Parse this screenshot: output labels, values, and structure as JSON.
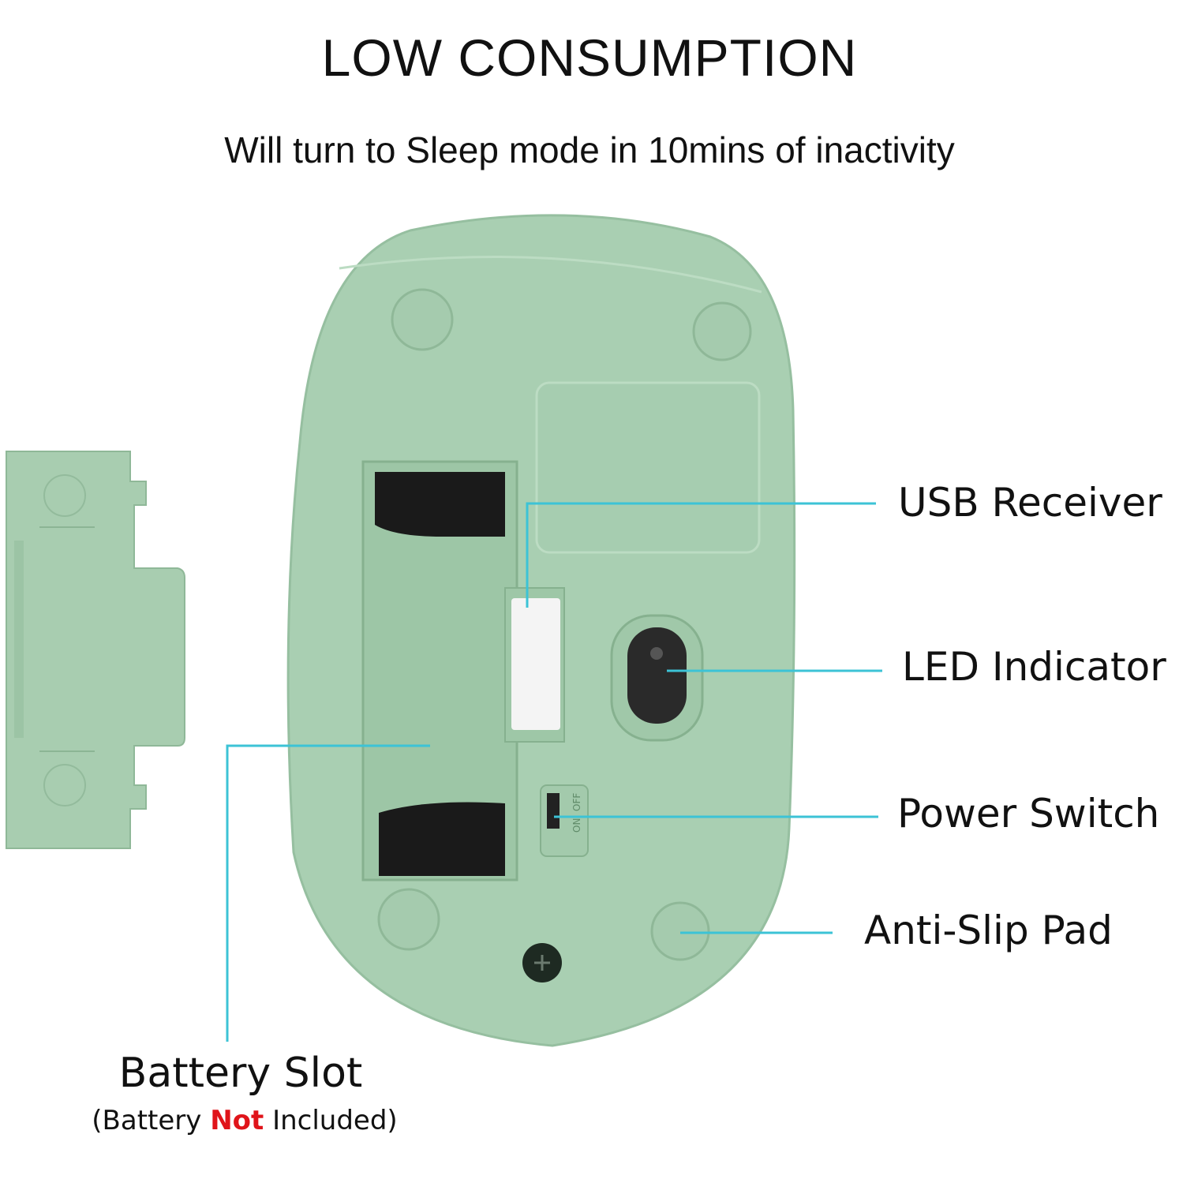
{
  "header": {
    "title": "LOW CONSUMPTION",
    "subtitle": "Will turn to Sleep mode in 10mins of inactivity"
  },
  "callouts": {
    "usb_receiver": "USB Receiver",
    "led_indicator": "LED Indicator",
    "power_switch": "Power Switch",
    "anti_slip_pad": "Anti-Slip Pad",
    "battery_slot": "Battery Slot",
    "battery_note_open": "(Battery ",
    "battery_note_emphasis": "Not",
    "battery_note_close": " Included)"
  },
  "switch_labels": {
    "on": "ON",
    "off": "OFF"
  },
  "colors": {
    "mouse_body": "#a9cfb2",
    "callout_line": "#3cc3d6",
    "emphasis": "#e0141a"
  }
}
